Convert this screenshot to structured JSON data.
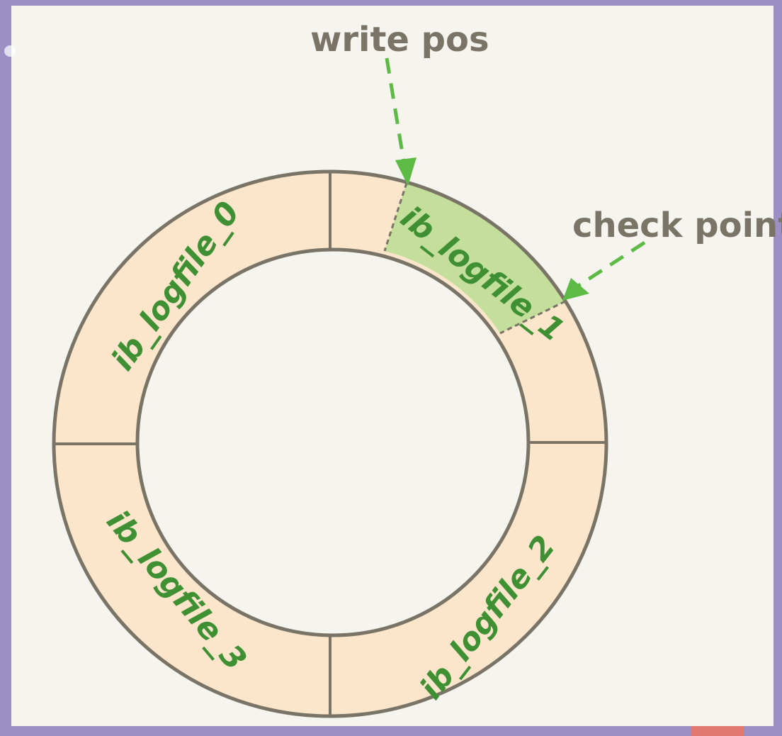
{
  "diagram": {
    "annotations": {
      "write_pos": "write pos",
      "check_point": "check point"
    },
    "segments": [
      {
        "label": "ib_logfile_0"
      },
      {
        "label": "ib_logfile_1"
      },
      {
        "label": "ib_logfile_2"
      },
      {
        "label": "ib_logfile_3"
      }
    ],
    "colors": {
      "frame": "#9b8fc4",
      "canvas": "#f5f4ef",
      "ring_fill": "#fbe6cc",
      "active_fill": "#c4df9b",
      "outline": "#7a7466",
      "arrow": "#5cba45",
      "label_text": "#3f8f33",
      "annotation_text": "#7a7466"
    }
  }
}
